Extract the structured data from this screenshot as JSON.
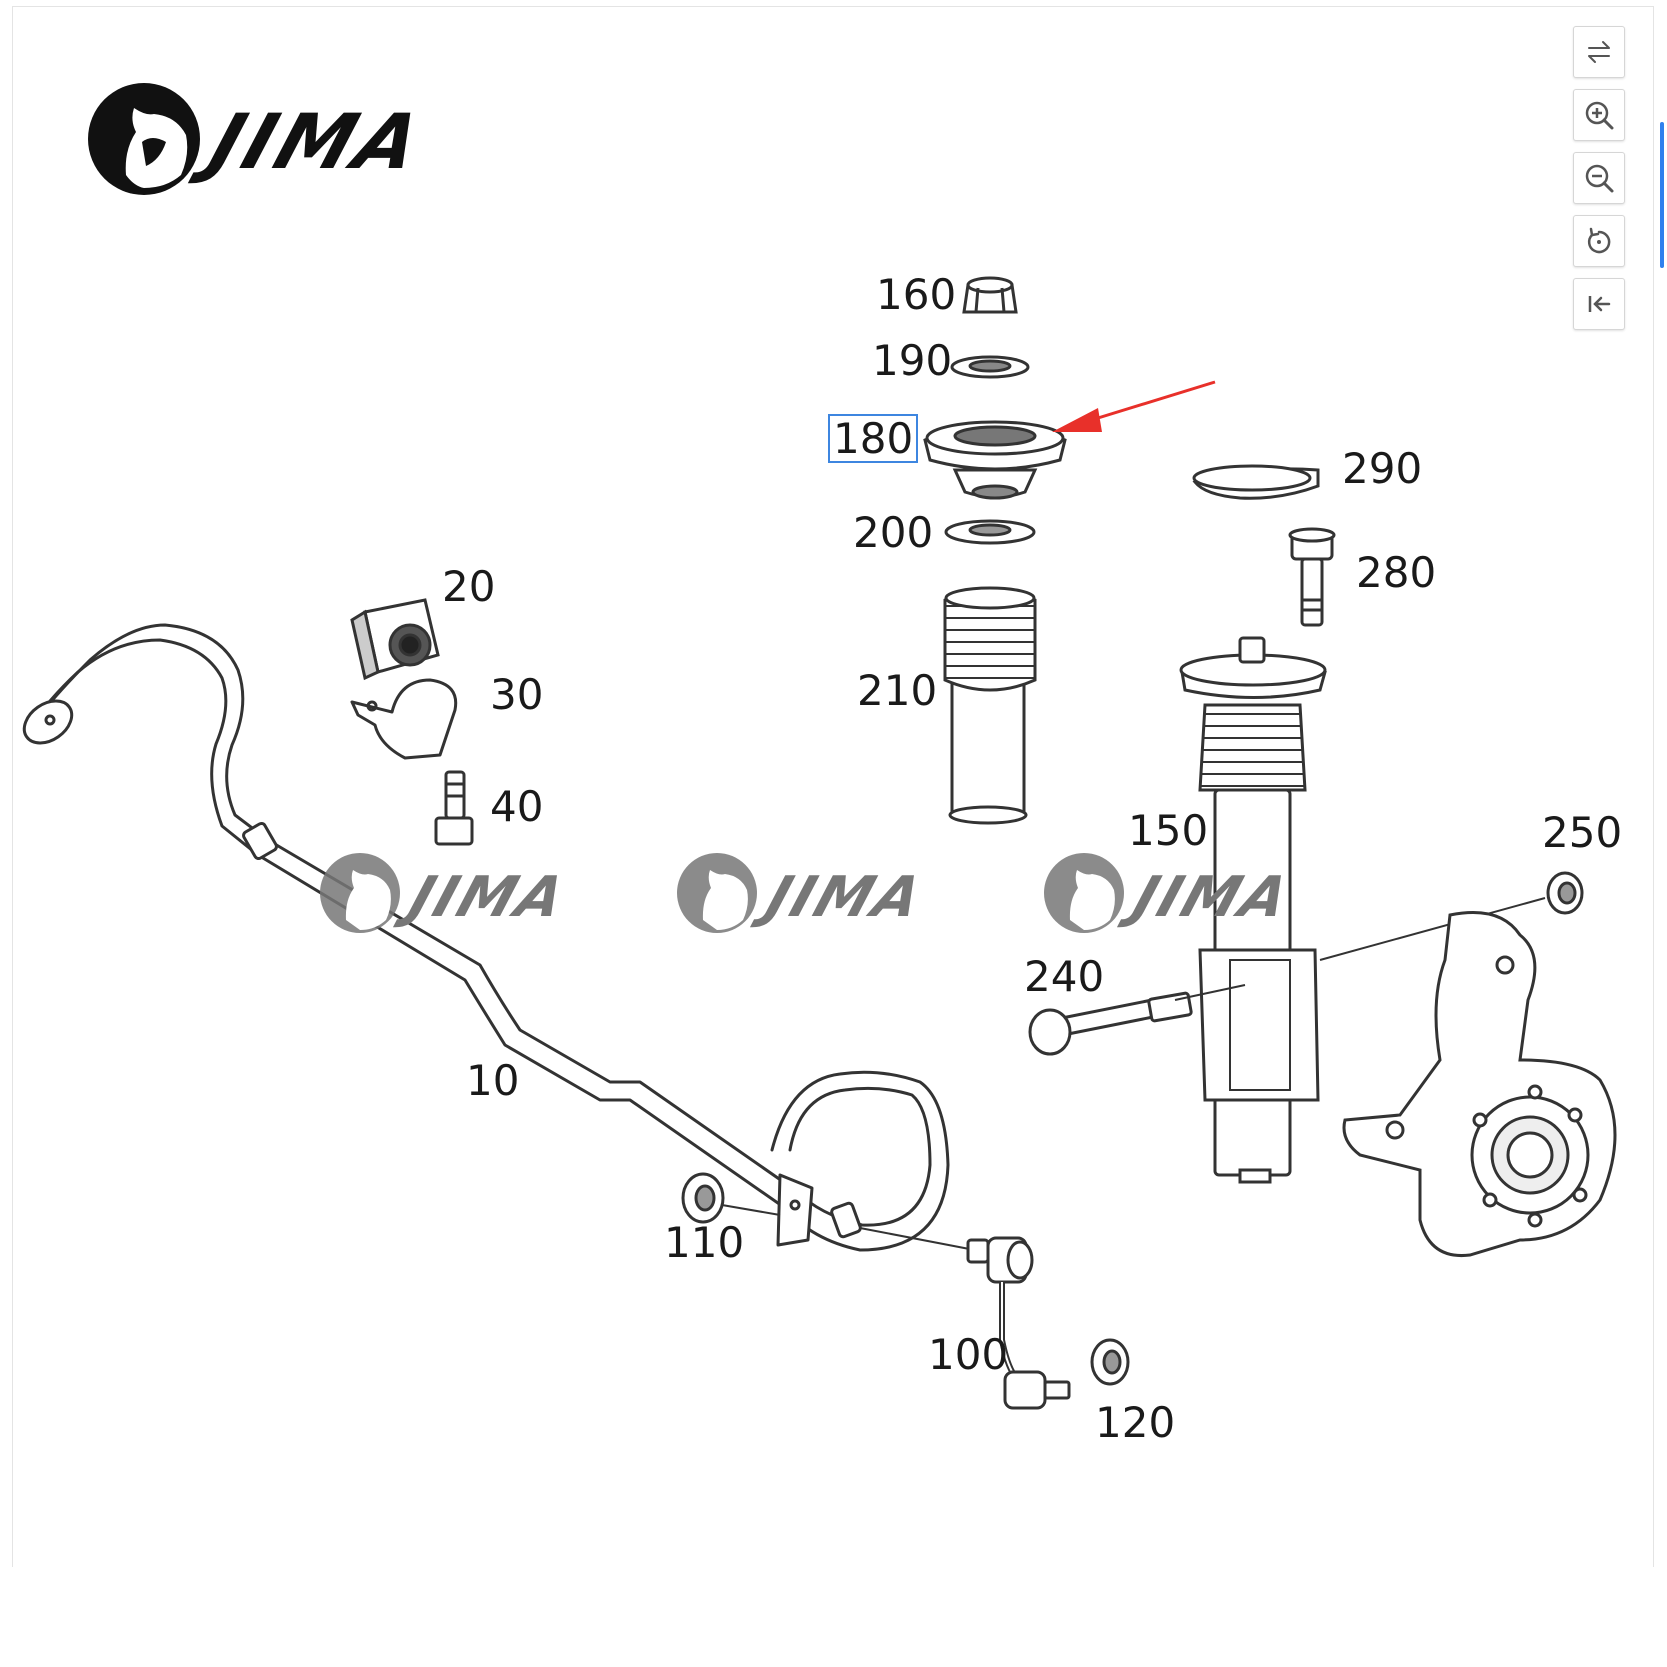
{
  "brand": {
    "name": "JIMA",
    "logo_icon": "horse-head-icon",
    "watermark_count": 3
  },
  "toolbar": {
    "buttons": [
      {
        "name": "swap-icon",
        "title": "swap"
      },
      {
        "name": "zoom-in-icon",
        "title": "zoom in"
      },
      {
        "name": "zoom-out-icon",
        "title": "zoom out"
      },
      {
        "name": "rotate-icon",
        "title": "rotate"
      },
      {
        "name": "collapse-left-icon",
        "title": "collapse"
      }
    ]
  },
  "callouts": [
    {
      "id": "10",
      "label": "10"
    },
    {
      "id": "20",
      "label": "20"
    },
    {
      "id": "30",
      "label": "30"
    },
    {
      "id": "40",
      "label": "40"
    },
    {
      "id": "100",
      "label": "100"
    },
    {
      "id": "110",
      "label": "110"
    },
    {
      "id": "120",
      "label": "120"
    },
    {
      "id": "150",
      "label": "150"
    },
    {
      "id": "160",
      "label": "160"
    },
    {
      "id": "180",
      "label": "180",
      "selected": true
    },
    {
      "id": "190",
      "label": "190"
    },
    {
      "id": "200",
      "label": "200"
    },
    {
      "id": "210",
      "label": "210"
    },
    {
      "id": "240",
      "label": "240"
    },
    {
      "id": "250",
      "label": "250"
    },
    {
      "id": "280",
      "label": "280"
    },
    {
      "id": "290",
      "label": "290"
    }
  ],
  "colors": {
    "line": "#333333",
    "selection_border": "#3d86e0",
    "arrow": "#e8302a",
    "watermark": "#777777",
    "accent_scroll": "#2f80ed"
  }
}
